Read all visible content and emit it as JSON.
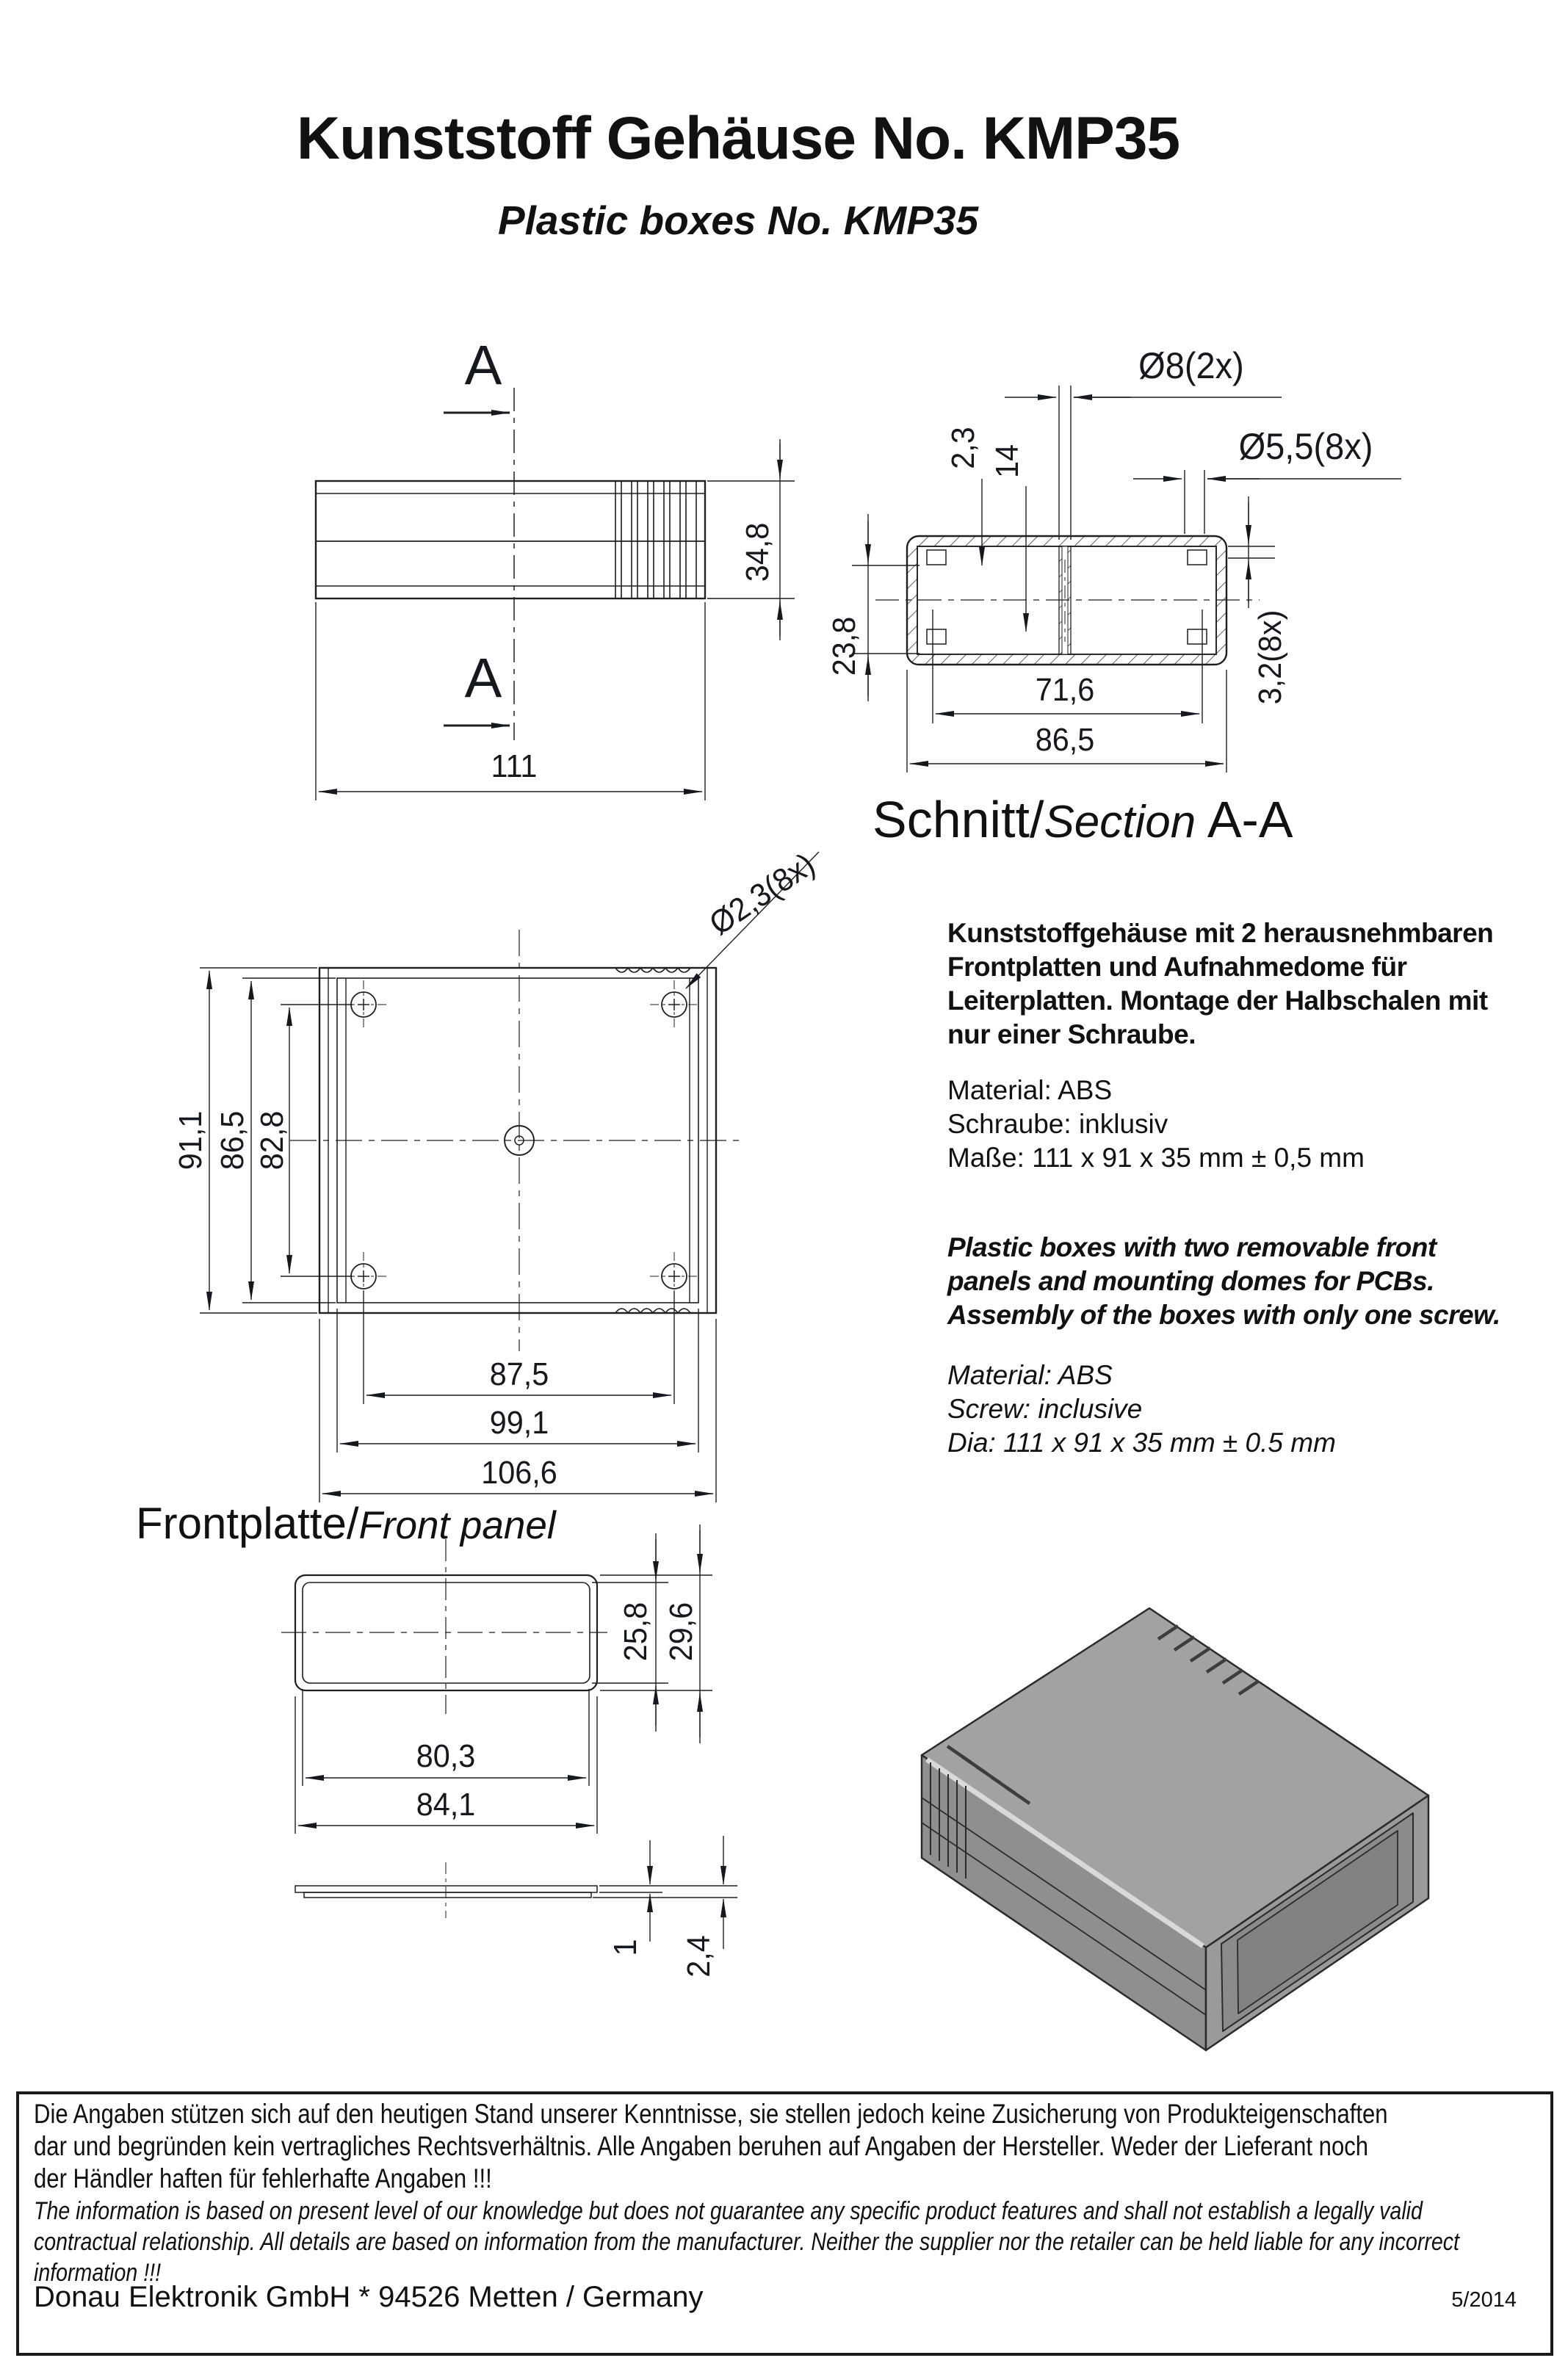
{
  "header": {
    "title_de": "Kunststoff Gehäuse  No. KMP35",
    "title_en": "Plastic boxes No. KMP35"
  },
  "headings": {
    "section_de": "Schnitt/",
    "section_en": "Section",
    "section_suffix": " A-A",
    "frontpanel_de": "Frontplatte/",
    "frontpanel_en": "Front panel"
  },
  "side_view": {
    "section_marker": "A",
    "length": "111",
    "height": "34,8"
  },
  "section_view": {
    "center_hole": "Ø8(2x)",
    "side_holes": "Ø5,5(8x)",
    "wall": "2,3",
    "slot_depth": "14",
    "inner_height": "23,8",
    "inner_width": "71,6",
    "outer_width": "86,5",
    "rib": "3,2(8x)"
  },
  "top_view": {
    "dome_holes": "Ø2,3(8x)",
    "height_outer": "91,1",
    "height_mid": "86,5",
    "height_inner": "82,8",
    "width_inner": "87,5",
    "width_mid": "99,1",
    "width_outer": "106,6"
  },
  "front_panel": {
    "height_inner": "25,8",
    "height_outer": "29,6",
    "width_inner": "80,3",
    "width_outer": "84,1",
    "thickness_1": "1",
    "thickness_2": "2,4"
  },
  "description_de": {
    "line1": "Kunststoffgehäuse mit 2 herausnehmbaren",
    "line2": "Frontplatten und Aufnahmedome für",
    "line3": "Leiterplatten. Montage der Halbschalen mit",
    "line4": "nur einer Schraube.",
    "spec1": "Material: ABS",
    "spec2": "Schraube: inklusiv",
    "spec3": "Maße: 111 x 91 x 35 mm ± 0,5 mm"
  },
  "description_en": {
    "line1": "Plastic boxes with two removable front",
    "line2": "panels and mounting domes for PCBs.",
    "line3": "Assembly of the boxes with only one screw.",
    "spec1": "Material: ABS",
    "spec2": "Screw: inclusive",
    "spec3": "Dia: 111 x 91 x 35 mm ± 0.5 mm"
  },
  "footer": {
    "disclaimer_de1": "Die Angaben stützen sich auf den heutigen Stand unserer Kenntnisse, sie stellen jedoch keine Zusicherung von Produkteigenschaften",
    "disclaimer_de2": "dar und begründen kein vertragliches Rechtsverhältnis. Alle Angaben beruhen auf Angaben der Hersteller. Weder der Lieferant noch",
    "disclaimer_de3": "der Händler haften für fehlerhafte Angaben !!!",
    "disclaimer_en1": "The information is based on present level of our knowledge but does not guarantee any specific product features and shall not establish a legally valid",
    "disclaimer_en2": "contractual relationship. All details are based on information from the manufacturer. Neither the supplier nor the retailer can be held liable for any incorrect",
    "disclaimer_en3": "information !!!",
    "company": "Donau Elektronik GmbH * 94526 Metten / Germany",
    "date": "5/2014"
  }
}
